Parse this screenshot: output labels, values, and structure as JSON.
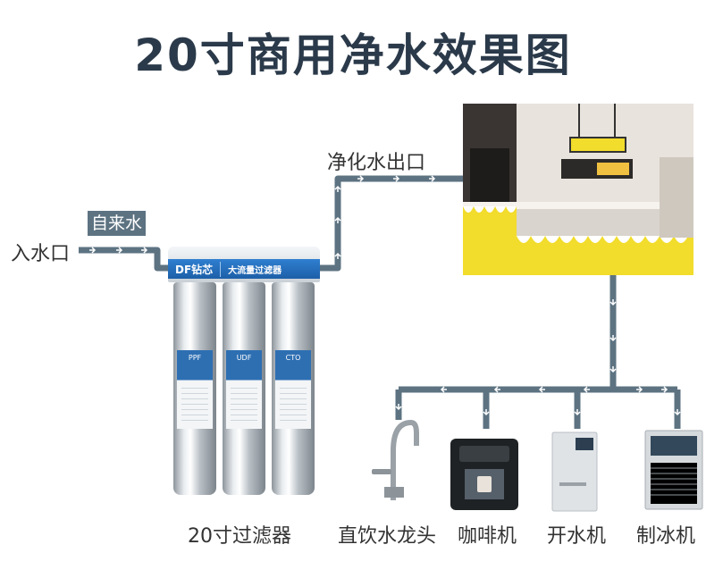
{
  "title": "20寸商用净水效果图",
  "labels": {
    "inlet": "入水口",
    "tap_water": "自来水",
    "outlet": "净化水出口",
    "filter_name": "20寸过滤器"
  },
  "filter": {
    "brand_logo": "DF钻芯",
    "brand_subtitle": "大流量过滤器",
    "cartridges": [
      "PPF",
      "UDF",
      "CTO"
    ]
  },
  "appliances": [
    "直饮水龙头",
    "咖啡机",
    "开水机",
    "制冰机"
  ],
  "colors": {
    "pipe": "#5d7382",
    "title": "#2b3a4a",
    "brand_blue": "#1d5fa8",
    "shop_yellow": "#f2dc2c"
  }
}
